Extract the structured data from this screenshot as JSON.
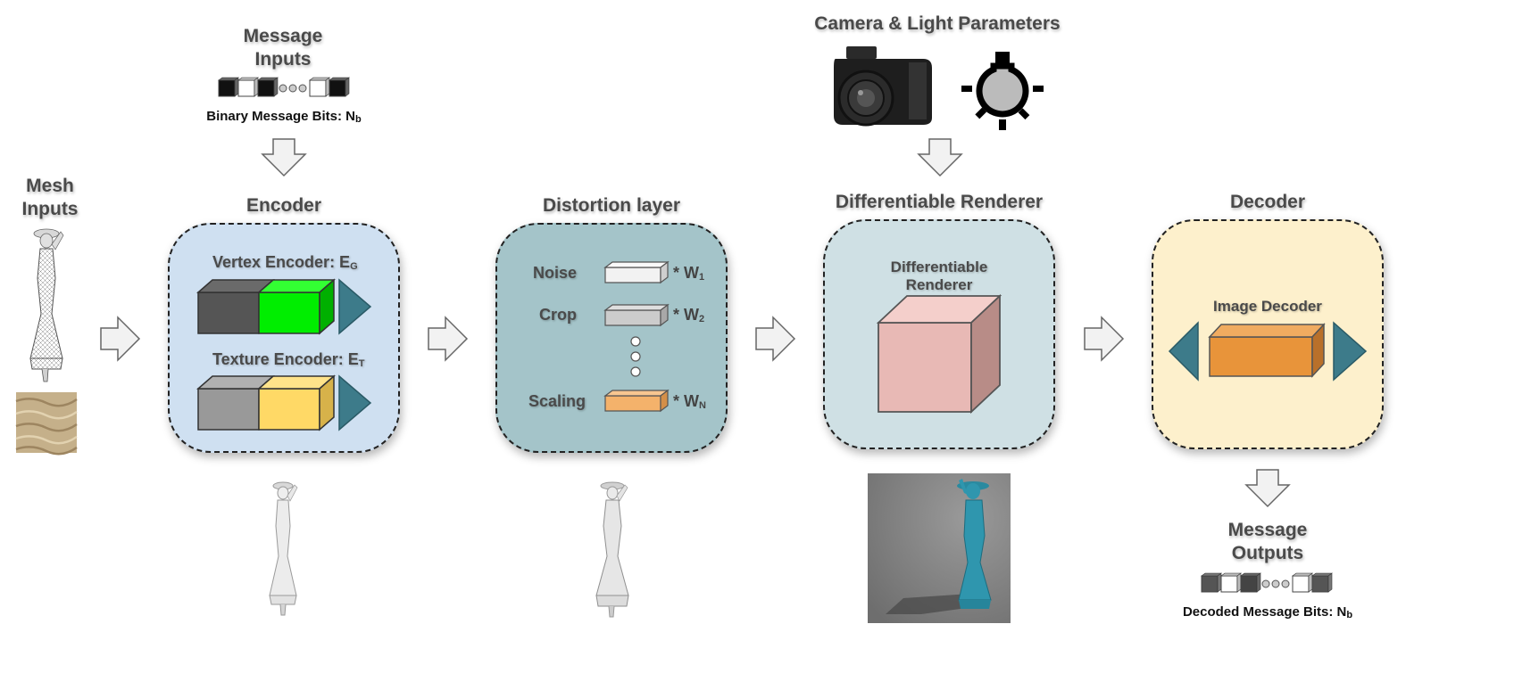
{
  "mesh_inputs": {
    "title_line1": "Mesh",
    "title_line2": "Inputs"
  },
  "message_inputs": {
    "title_line1": "Message",
    "title_line2": "Inputs",
    "bits_caption": "Binary Message Bits: N",
    "bits_sub": "b"
  },
  "camera_light": {
    "title": "Camera & Light Parameters"
  },
  "encoder": {
    "title": "Encoder",
    "vertex_label": "Vertex  Encoder: E",
    "vertex_sub": "G",
    "texture_label": "Texture Encoder: E",
    "texture_sub": "T",
    "colors": {
      "bg": "#cfe0f1",
      "vertex_green": "#00ee00",
      "texture_yellow": "#ffd966",
      "triangle": "#3d7b8a"
    }
  },
  "distortion": {
    "title": "Distortion layer",
    "rows": [
      {
        "label": "Noise",
        "weight": "* W",
        "sub": "1"
      },
      {
        "label": "Crop",
        "weight": "* W",
        "sub": "2"
      },
      {
        "label": "Scaling",
        "weight": "* W",
        "sub": "N"
      }
    ],
    "colors": {
      "bg": "#a4c4c9",
      "noise": "#f2f2f2",
      "crop": "#cccccc",
      "scaling": "#f4b26b"
    }
  },
  "renderer": {
    "title": "Differentiable Renderer",
    "inner_line1": "Differentiable",
    "inner_line2": "Renderer",
    "colors": {
      "bg": "#cfe0e4",
      "cube": "#e8b9b5"
    }
  },
  "decoder": {
    "title": "Decoder",
    "inner_label": "Image Decoder",
    "colors": {
      "bg": "#fdf0cc",
      "block": "#e8943a",
      "triangle": "#3d7b8a"
    }
  },
  "message_outputs": {
    "title_line1": "Message",
    "title_line2": "Outputs",
    "bits_caption": "Decoded Message Bits: N",
    "bits_sub": "b"
  }
}
